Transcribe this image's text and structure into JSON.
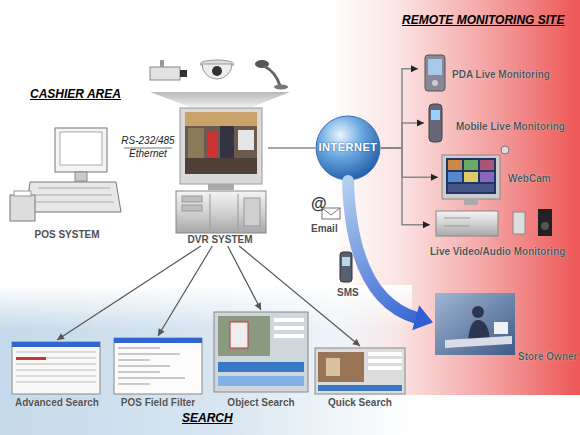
{
  "diagram": {
    "nodes": [
      {
        "text": [
          "REMOTE MONITORING SITE"
        ]
      },
      {
        "text": [
          "PDA Live Monitoring"
        ],
        "in": 0
      },
      {
        "text": [
          "Mobile Live Monitoring"
        ],
        "in": 0
      },
      {
        "text": [
          "WebCam"
        ],
        "in": 0
      },
      {
        "text": [
          "Live Video/Audio Monitoring"
        ],
        "in": 0
      },
      {
        "text": [
          "Store Owner"
        ],
        "in": 0
      },
      {
        "text": [
          "POS SYSTEM"
        ]
      },
      {
        "text": [
          "DVR SYSTEM"
        ]
      },
      {
        "text": [
          "INTERNET"
        ]
      },
      {
        "text": [
          "SEARCH"
        ]
      },
      {
        "text": [
          "Advanced Search"
        ],
        "in": 9
      },
      {
        "text": [
          "POS Field Filter"
        ],
        "in": 9
      },
      {
        "text": [
          "Object Search"
        ],
        "in": 9
      },
      {
        "text": [
          "Quick Search"
        ],
        "in": 9
      }
    ],
    "edges": [
      {
        "from": 6,
        "to": 7,
        "label": "RS-232/485 Ethernet",
        "arrow": "none"
      },
      {
        "from": 7,
        "to": 8,
        "arrow": "none"
      },
      {
        "from": 8,
        "to": 1,
        "arrow": "to"
      },
      {
        "from": 8,
        "to": 2,
        "arrow": "to"
      },
      {
        "from": 8,
        "to": 3,
        "arrow": "to"
      },
      {
        "from": 8,
        "to": 4,
        "arrow": "to"
      },
      {
        "from": 7,
        "to": 10,
        "arrow": "to"
      },
      {
        "from": 7,
        "to": 11,
        "arrow": "to"
      },
      {
        "from": 7,
        "to": 12,
        "arrow": "to"
      },
      {
        "from": 7,
        "to": 13,
        "arrow": "to"
      },
      {
        "from": 8,
        "to": 5,
        "arrow": "to"
      }
    ],
    "labels": [
      "CASHIER AREA",
      "@",
      "Email",
      "SMS"
    ]
  }
}
